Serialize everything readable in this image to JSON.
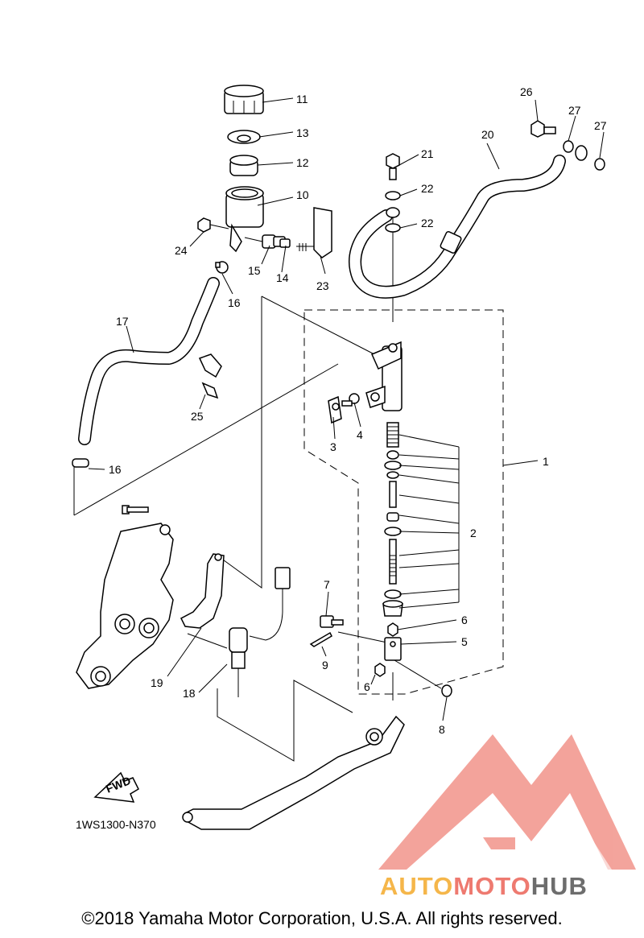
{
  "diagram": {
    "code": "1WS1300-N370",
    "fwd_label": "FWD",
    "callouts": [
      "1",
      "2",
      "3",
      "4",
      "6",
      "6",
      "5",
      "7",
      "8",
      "9",
      "10",
      "11",
      "12",
      "13",
      "14",
      "15",
      "16",
      "16",
      "17",
      "18",
      "19",
      "20",
      "21",
      "22",
      "22",
      "23",
      "24",
      "25",
      "26",
      "27",
      "27"
    ]
  },
  "watermark": {
    "part1": "AUTO",
    "part2": "MOTO",
    "part3": "HUB",
    "colors": {
      "auto": "#f5b64a",
      "moto": "#ee7a70",
      "hub": "#6d6d6d",
      "logo": "#f08a80"
    }
  },
  "footer": {
    "copyright": "©2018 Yamaha Motor Corporation, U.S.A. All rights reserved."
  }
}
